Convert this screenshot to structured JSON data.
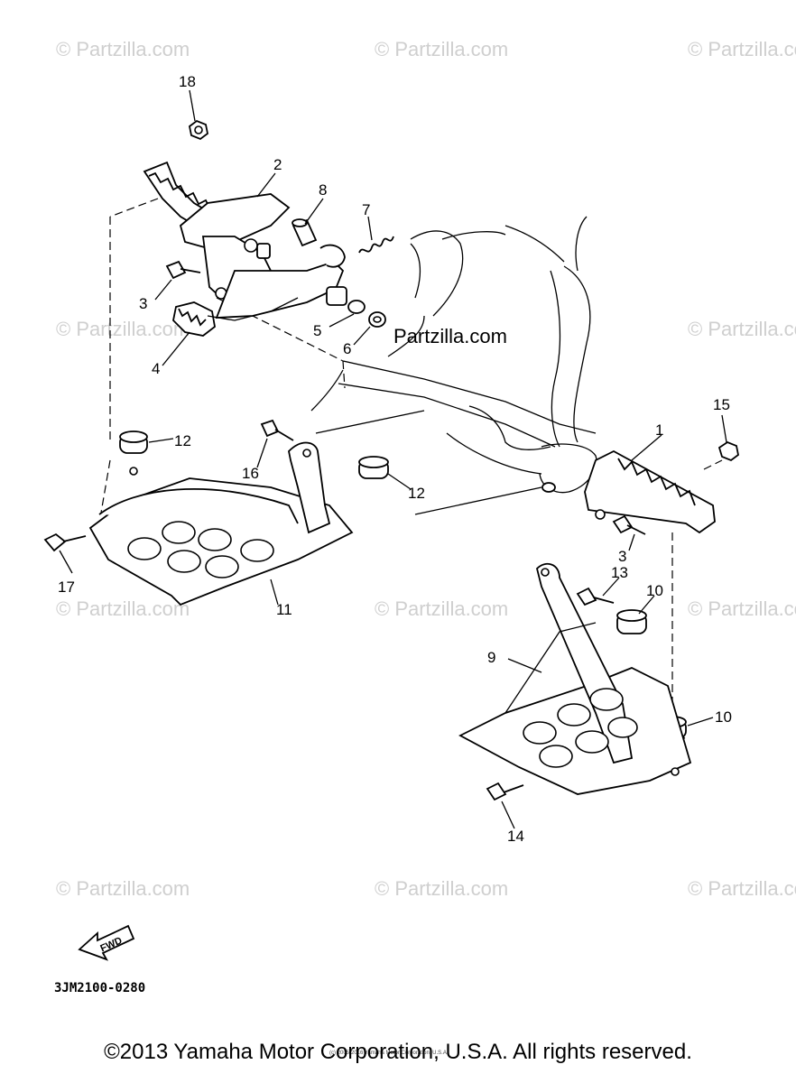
{
  "watermarks": {
    "faint_text": "© Partzilla.com",
    "site_text": "Partzilla.com"
  },
  "callouts": {
    "n1": "1",
    "n2": "2",
    "n3a": "3",
    "n3b": "3",
    "n4": "4",
    "n5": "5",
    "n6": "6",
    "n7": "7",
    "n8": "8",
    "n9": "9",
    "n10a": "10",
    "n10b": "10",
    "n11": "11",
    "n12a": "12",
    "n12b": "12",
    "n13": "13",
    "n14": "14",
    "n15": "15",
    "n16": "16",
    "n17": "17",
    "n18": "18"
  },
  "fwd_label": "FWD",
  "figure_code": "3JM2100-0280",
  "tiny_copyright": "(c) 2005-2016 Yamaha Motor Corporation, U.S.A.",
  "footer": "©2013 Yamaha Motor Corporation, U.S.A. All rights reserved."
}
